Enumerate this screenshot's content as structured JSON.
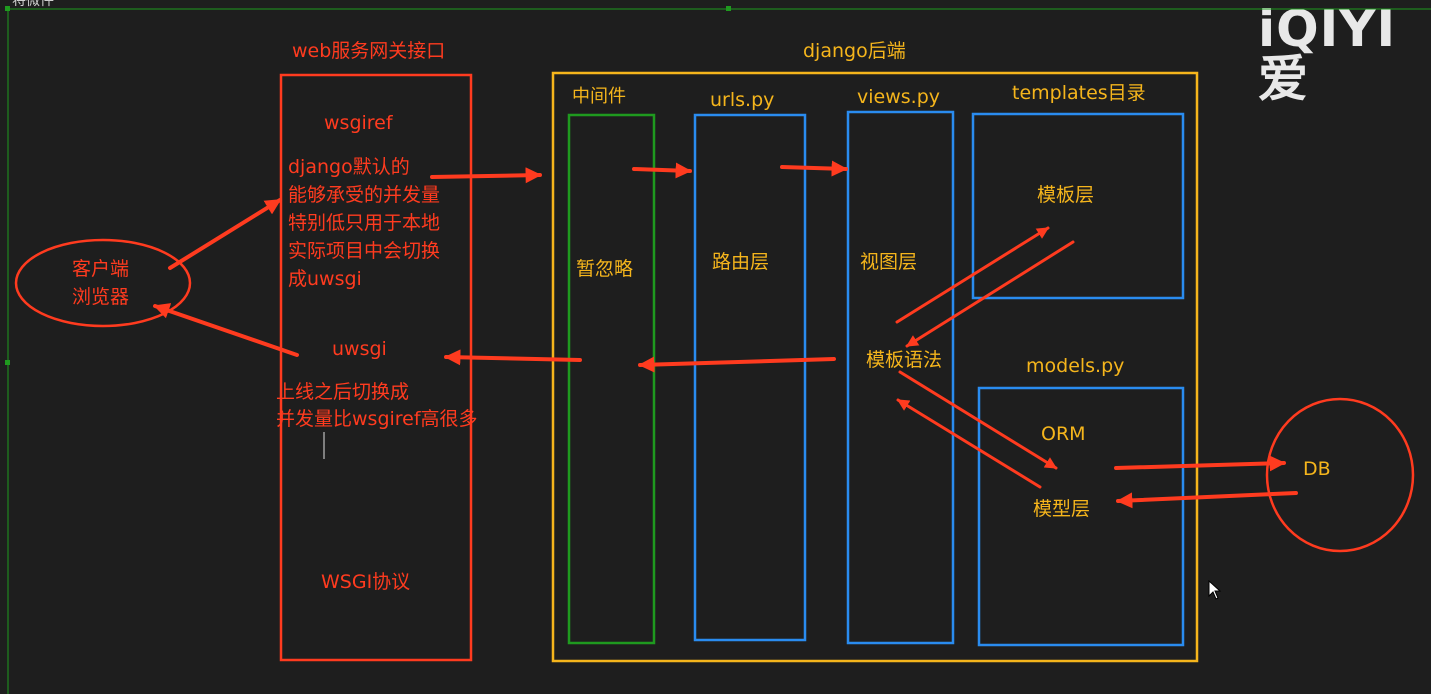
{
  "caption": "将微件",
  "watermark": "iQIYI 爱",
  "colors": {
    "background": "#1e1e1e",
    "red": "#ff3b1f",
    "yellow": "#f5b51c",
    "blue": "#2a8cf0",
    "green": "#1f9a1f"
  },
  "client": {
    "label_line1": "客户端",
    "label_line2": "浏览器"
  },
  "gateway": {
    "title": "web服务网关接口",
    "wsgiref": "wsgiref",
    "note_lines": [
      "django默认的",
      "能够承受的并发量",
      "特别低只用于本地",
      "实际项目中会切换",
      "成uwsgi"
    ],
    "uwsgi": "uwsgi",
    "uwsgi_note_lines": [
      "上线之后切换成",
      "并发量比wsgiref高很多"
    ],
    "protocol": "WSGI协议"
  },
  "backend": {
    "title": "django后端",
    "middleware": {
      "title": "中间件",
      "body": "暂忽略"
    },
    "urls": {
      "title": "urls.py",
      "body": "路由层"
    },
    "views": {
      "title": "views.py",
      "body": "视图层",
      "template_syntax": "模板语法"
    },
    "templates": {
      "title": "templates目录",
      "body": "模板层"
    },
    "models": {
      "title": "models.py",
      "orm": "ORM",
      "body": "模型层"
    }
  },
  "db": {
    "label": "DB"
  }
}
